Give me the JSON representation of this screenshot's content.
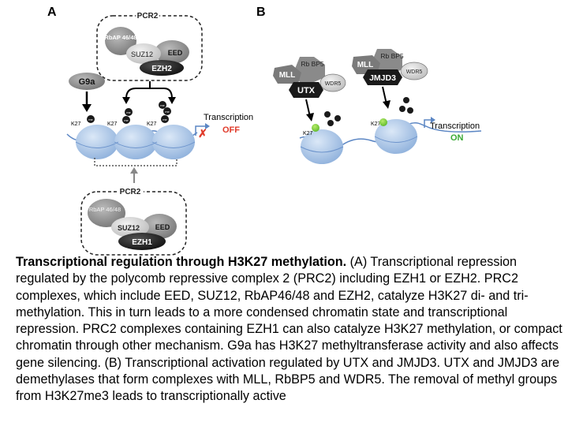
{
  "panel_a": {
    "label": "A",
    "top_complex": {
      "title": "PCR2",
      "rbap": "RbAP 46/48",
      "suz12": "SUZ12",
      "eed": "EED",
      "enzyme": "EZH2"
    },
    "bottom_complex": {
      "title": "PCR2",
      "rbap": "RbAP 46/48",
      "suz12": "SUZ12",
      "eed": "EED",
      "enzyme": "EZH1"
    },
    "g9a": "G9a",
    "k27_labels": [
      "K27",
      "K27",
      "K27"
    ],
    "marks": [
      "me",
      "me",
      "me",
      "me",
      "me",
      "me"
    ],
    "transcription": "Transcription",
    "state": "OFF",
    "block_mark": "✗"
  },
  "panel_b": {
    "label": "B",
    "complex1": {
      "mll": "MLL",
      "rbbp5": "Rb BP5",
      "wdr5": "WDR5",
      "enzyme": "UTX"
    },
    "complex2": {
      "mll": "MLL",
      "rbbp5": "Rb BP5",
      "wdr5": "WDR5",
      "enzyme": "JMJD3"
    },
    "k27_labels": [
      "K27",
      "K27"
    ],
    "transcription": "Transcription",
    "state": "ON"
  },
  "caption": {
    "title": "Transcriptional regulation through H3K27 methylation.",
    "body": " (A) Transcriptional repression regulated by the polycomb repressive complex 2 (PRC2) including EZH1 or EZH2. PRC2 complexes, which include EED, SUZ12, RbAP46/48 and EZH2, catalyze H3K27 di- and tri-methylation. This in turn leads to a more condensed chromatin state and transcriptional repression. PRC2 complexes containing EZH1 can also catalyze H3K27 methylation, or compact chromatin through other mechanism. G9a has H3K27 methyltransferase activity and also affects gene silencing. (B) Transcriptional activation regulated by UTX and JMJD3. UTX and JMJD3 are demethylases that form complexes with MLL, RbBP5 and WDR5. The removal of methyl groups from H3K27me3 leads to transcriptionally active"
  },
  "colors": {
    "nucleosome": "#a8c4e6",
    "off": "#e03a2a",
    "on": "#3aaa35",
    "dark": "#1a1a1a",
    "grey": "#8c8c8c",
    "light_grey": "#d2d2d2"
  }
}
